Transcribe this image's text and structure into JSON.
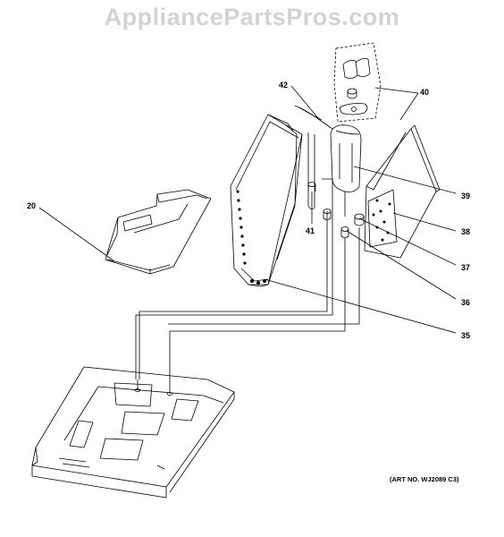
{
  "watermark": "AppliancePartsPros.com",
  "art_number": "(ART NO. WJ2089 C3)",
  "callouts": {
    "p20": "20",
    "p35": "35",
    "p36": "36",
    "p37": "37",
    "p38": "38",
    "p39": "39",
    "p40": "40",
    "p41": "41",
    "p42": "42"
  },
  "colors": {
    "line": "#000000",
    "watermark": "#d3d3d3",
    "background": "#ffffff"
  }
}
